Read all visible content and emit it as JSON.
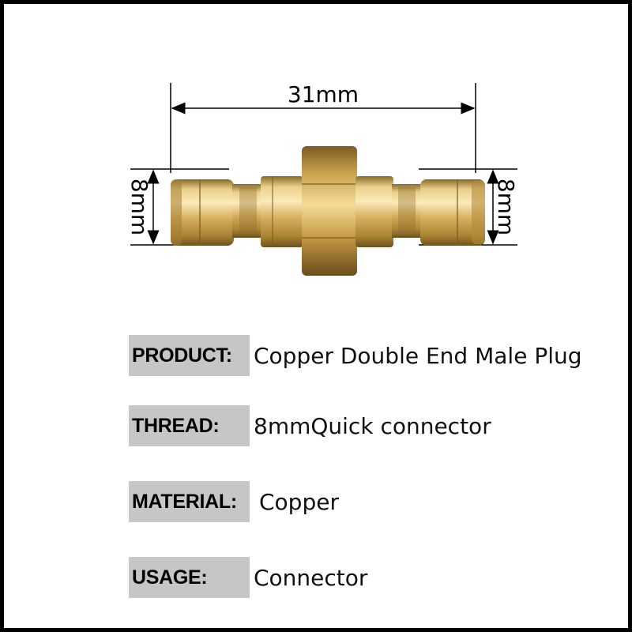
{
  "dimensions": {
    "length_label": "31mm",
    "left_diameter_label": "8mm",
    "right_diameter_label": "8mm"
  },
  "colors": {
    "label_background": "#c6c6c6",
    "brass": "#d9b25a"
  },
  "specs": [
    {
      "label": "PRODUCT:",
      "value": "Copper Double End Male Plug"
    },
    {
      "label": "THREAD:",
      "value": "8mmQuick connector"
    },
    {
      "label": "MATERIAL:",
      "value": "Copper"
    },
    {
      "label": "USAGE:",
      "value": "Connector"
    }
  ]
}
